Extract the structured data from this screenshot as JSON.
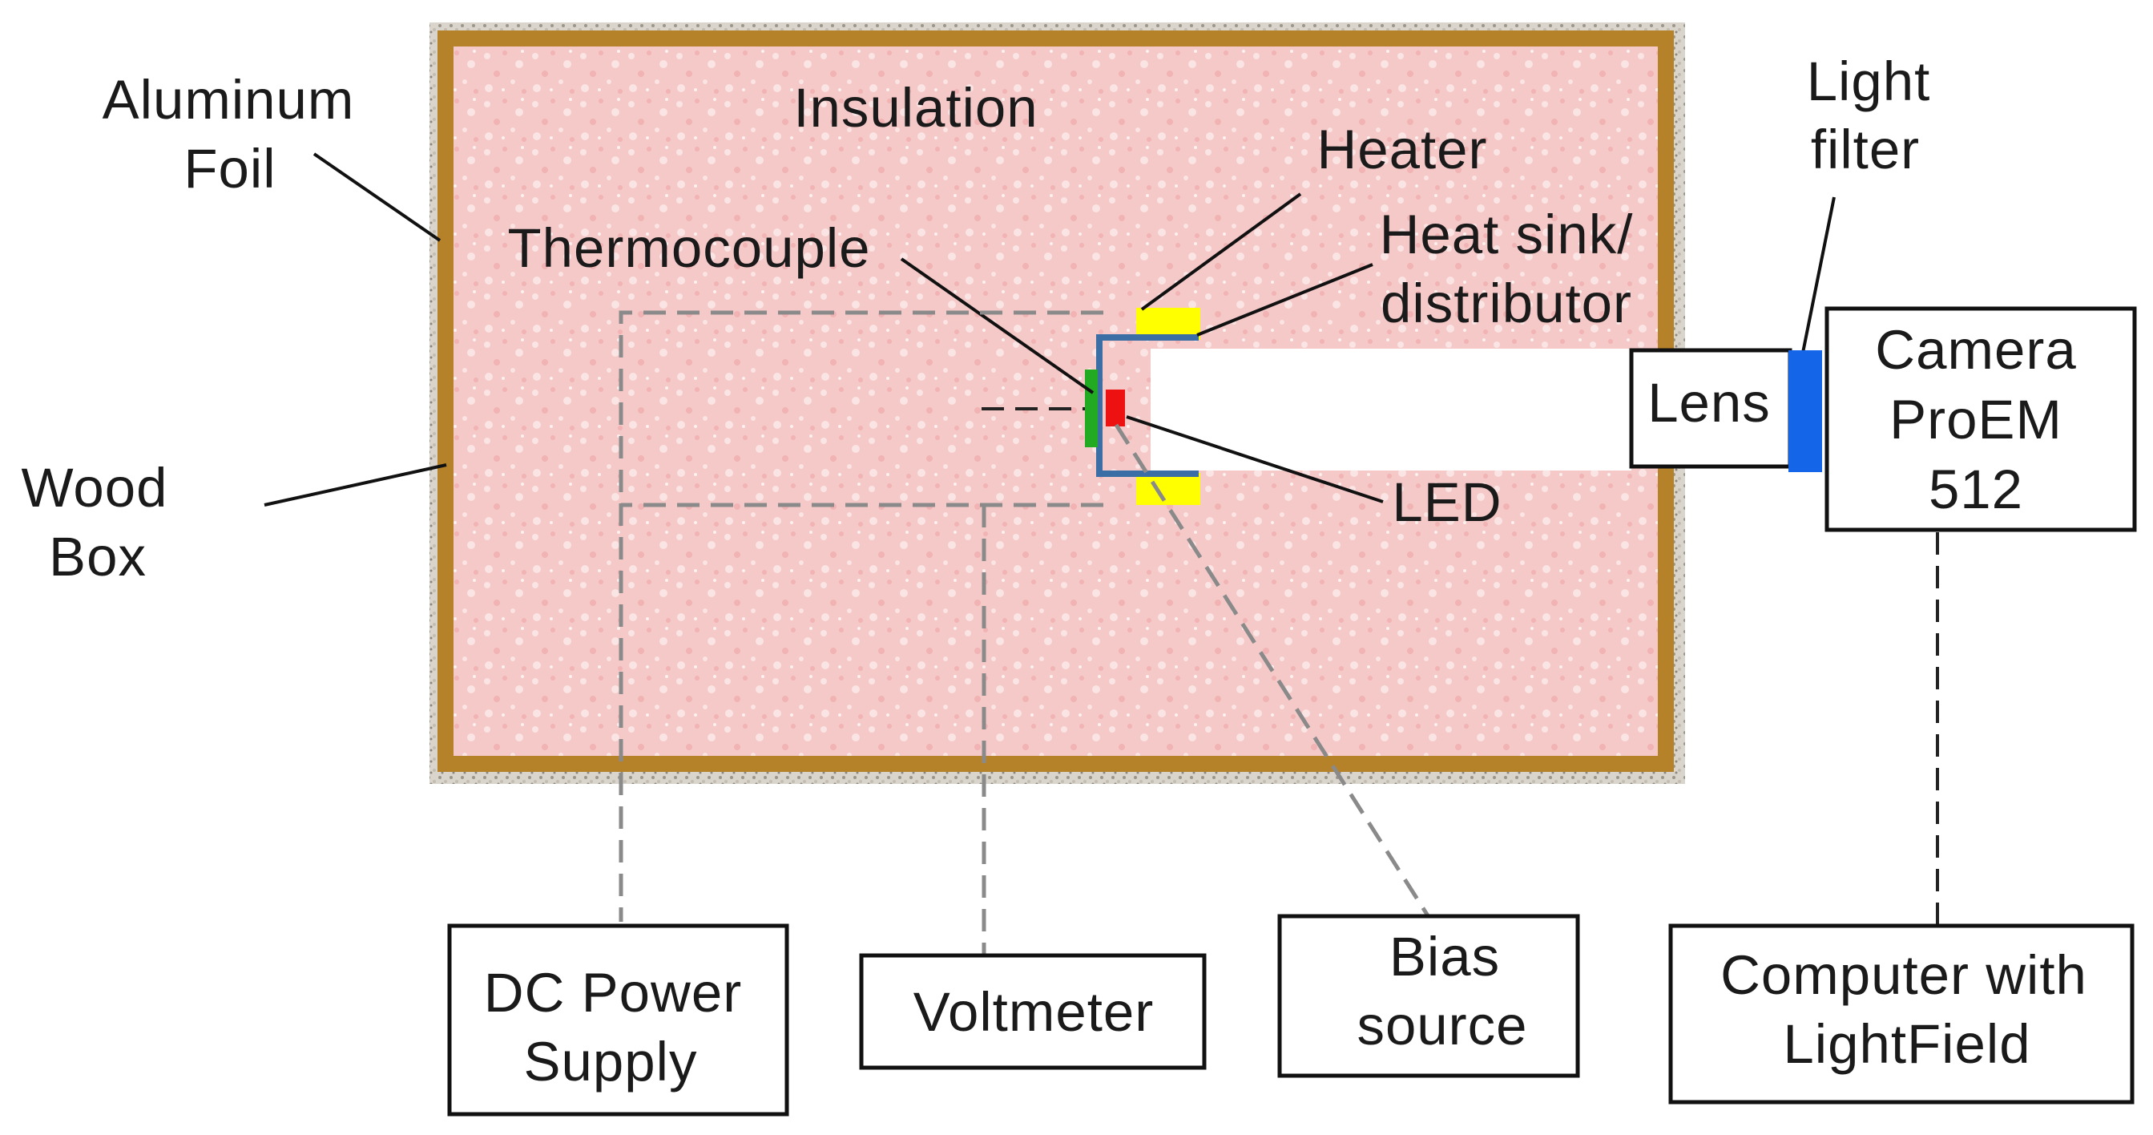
{
  "labels": {
    "aluminum_foil_line1": "Aluminum",
    "aluminum_foil_line2": "Foil",
    "wood_box_line1": "Wood",
    "wood_box_line2": "Box",
    "insulation": "Insulation",
    "heater": "Heater",
    "heat_sink_line1": "Heat sink/",
    "heat_sink_line2": "distributor",
    "thermocouple": "Thermocouple",
    "led": "LED",
    "light_filter_line1": "Light",
    "light_filter_line2": "filter",
    "lens": "Lens"
  },
  "boxes": {
    "camera_line1": "Camera",
    "camera_line2": "ProEM",
    "camera_line3": "512",
    "dc_power_line1": "DC Power",
    "dc_power_line2": "Supply",
    "voltmeter": "Voltmeter",
    "bias_line1": "Bias",
    "bias_line2": "source",
    "computer_line1": "Computer with",
    "computer_line2": "LightField"
  },
  "colors": {
    "wood_frame": "#b5822a",
    "insulation_fill": "#f6c9c9",
    "heater": "#ffff00",
    "heat_sink": "#3b6ea5",
    "thermocouple": "#22aa22",
    "led": "#ee1111",
    "light_filter": "#1565e8",
    "aluminum_foil": "#b3ada3"
  }
}
